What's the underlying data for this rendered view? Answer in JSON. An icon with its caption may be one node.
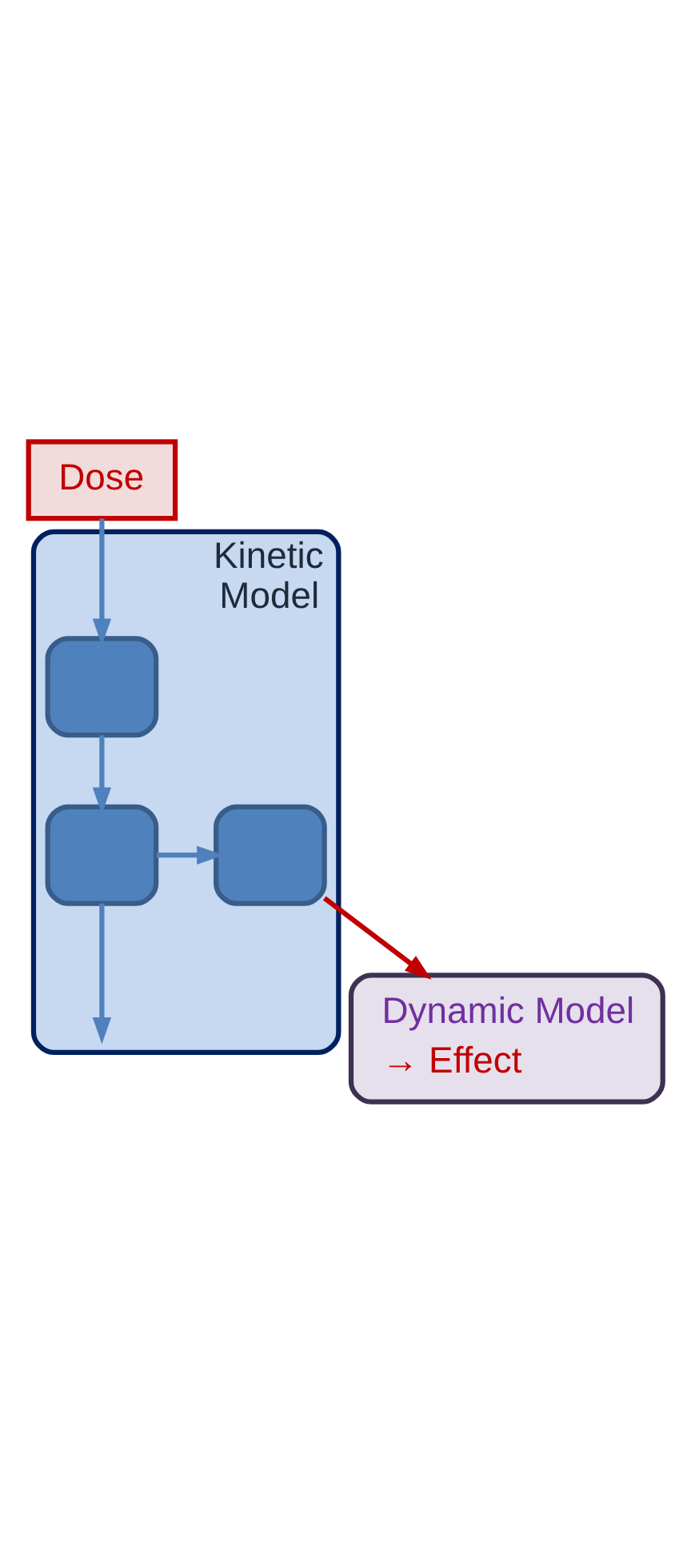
{
  "diagram": {
    "nodes": [
      {
        "text": [
          "Dose"
        ]
      },
      {
        "text": [
          "Kinetic Model"
        ]
      },
      {
        "text": [],
        "shape": "box",
        "in": 1
      },
      {
        "text": [],
        "shape": "box",
        "in": 1
      },
      {
        "text": [],
        "shape": "box",
        "in": 1
      },
      {
        "text": [
          "Dynamic Model",
          "→ Effect"
        ]
      }
    ],
    "edges": [
      {
        "from": 0,
        "to": 2,
        "arrow": "to"
      },
      {
        "from": 2,
        "to": 3,
        "arrow": "to"
      },
      {
        "from": 3,
        "to": 4,
        "arrow": "to"
      },
      {
        "from": 3,
        "to": null,
        "arrow": "to"
      },
      {
        "from": 4,
        "to": 5,
        "arrow": "to",
        "color": "#c00000"
      }
    ]
  }
}
